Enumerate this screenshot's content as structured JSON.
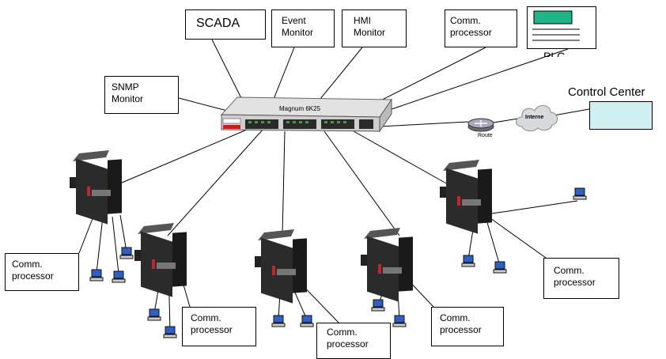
{
  "labels": {
    "scada": "SCADA",
    "event_monitor": "Event\nMonitor",
    "hmi_monitor": "HMI\nMonitor",
    "comm_top": "Comm.\nprocessor",
    "plc": "PLC",
    "snmp_monitor": "SNMP\nMonitor",
    "switch": "Magnum 6K25",
    "router": "Route",
    "internet": "Interne",
    "control_center": "Control Center",
    "comm_left": "Comm.\nprocessor",
    "comm_2": "Comm.\nprocessor",
    "comm_3": "Comm.\nprocessor",
    "comm_4": "Comm.\nprocessor",
    "comm_right": "Comm.\nprocessor"
  },
  "icons": {
    "switch": "network-switch-icon",
    "router": "router-icon",
    "cloud": "internet-cloud-icon",
    "field_switch": "field-switch-icon",
    "pc": "workstation-icon",
    "plc": "plc-icon"
  },
  "colors": {
    "control_center_fill": "#cfeff0",
    "plc_screen": "#1fb58a",
    "switch_body": "#d9d9d9",
    "field_switch_body": "#2b2b2b",
    "line": "#000000"
  }
}
